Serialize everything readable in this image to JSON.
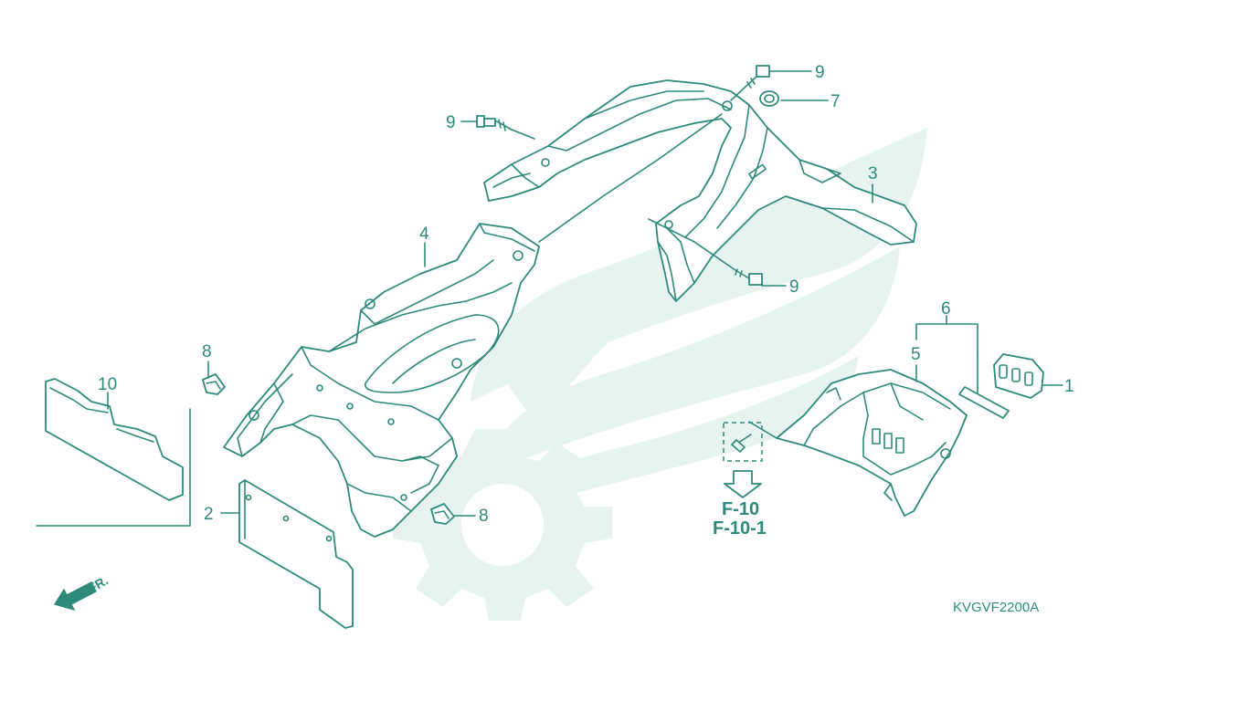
{
  "diagram": {
    "diagram_code": "KVGVF2200A",
    "reference": {
      "line1": "F-10",
      "line2": "F-10-1"
    },
    "direction_label": "FR.",
    "callouts": {
      "part_1": "1",
      "part_2": "2",
      "part_3": "3",
      "part_4": "4",
      "part_5": "5",
      "part_6": "6",
      "part_7": "7",
      "part_8_upper": "8",
      "part_8_lower": "8",
      "part_9_left": "9",
      "part_9_top": "9",
      "part_9_right": "9",
      "part_10": "10"
    },
    "colors": {
      "line": "#2e8a7a",
      "watermark": "#e6f3ef",
      "background": "#ffffff"
    }
  }
}
